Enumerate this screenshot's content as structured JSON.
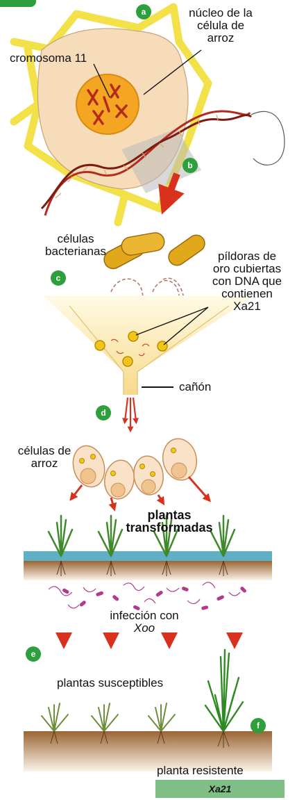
{
  "steps": [
    "a",
    "b",
    "c",
    "d",
    "e",
    "f"
  ],
  "labels": {
    "nucleus": [
      "núcleo de la",
      "célula de",
      "arroz"
    ],
    "chromosome": "cromosoma 11",
    "bacterial_cells": [
      "células",
      "bacterianas"
    ],
    "gold_pills": [
      "píldoras de",
      "oro cubiertas",
      "con DNA que",
      "contienen",
      "Xa21"
    ],
    "cannon": "cañón",
    "rice_cells": [
      "células de",
      "arroz"
    ],
    "transformed_plants": [
      "plantas",
      "transformadas"
    ],
    "infection": [
      "infección con",
      "Xoo"
    ],
    "susceptible_plants": "plantas susceptibles",
    "resistant_plant": "planta resistente",
    "gene": "Xa21"
  },
  "colors": {
    "badge": "#2f9e3c",
    "gene_bar": "#7fbf86",
    "cell_fill": "#f6dcb8",
    "cell_wall": "#f3e14a",
    "dna": "#b42b1e",
    "arrow": "#d8321f",
    "bacteria": "#e2a81c",
    "soil": "#8a5a2b",
    "water": "#5fb0c4",
    "microbe": "#b23a8a"
  }
}
